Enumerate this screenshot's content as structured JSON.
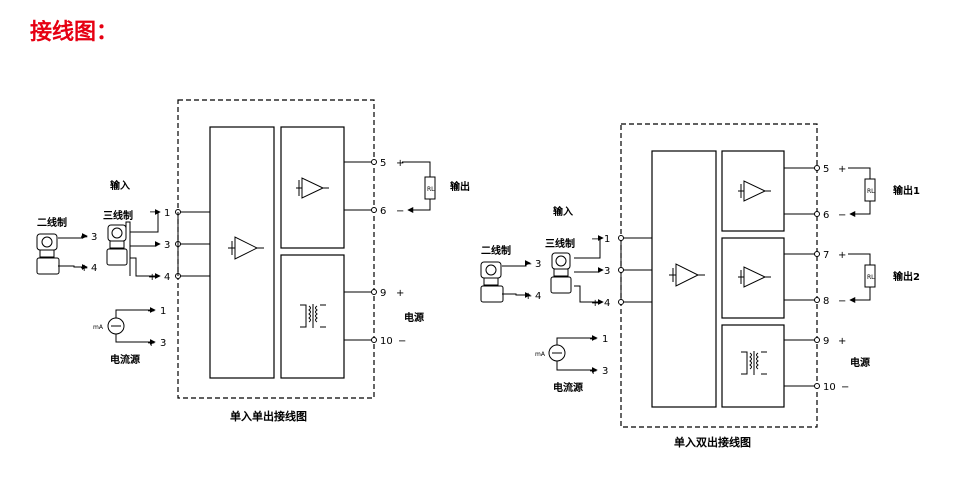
{
  "page_title": "接线图：",
  "diagram1": {
    "caption": "单入单出接线图",
    "input_label": "输入",
    "two_wire_label": "二线制",
    "three_wire_label": "三线制",
    "current_source_label": "电流源",
    "ma_label": "mA",
    "output_label": "输出",
    "power_label": "电源",
    "load_label": "RL",
    "terminals": {
      "t1": "1",
      "t3": "3",
      "t4": "4",
      "t1b": "1",
      "t3b": "3",
      "t3tw": "3",
      "t4tw": "4",
      "t5": "5",
      "t6": "6",
      "t9": "9",
      "t10": "10"
    },
    "signs": {
      "minus": "−",
      "plus": "+"
    }
  },
  "diagram2": {
    "caption": "单入双出接线图",
    "input_label": "输入",
    "two_wire_label": "二线制",
    "three_wire_label": "三线制",
    "current_source_label": "电流源",
    "ma_label": "mA",
    "output1_label": "输出1",
    "output2_label": "输出2",
    "power_label": "电源",
    "load_label": "RL",
    "terminals": {
      "t1": "1",
      "t3": "3",
      "t4": "4",
      "t1b": "1",
      "t3b": "3",
      "t3tw": "3",
      "t4tw": "4",
      "t5": "5",
      "t6": "6",
      "t7": "7",
      "t8": "8",
      "t9": "9",
      "t10": "10"
    },
    "signs": {
      "minus": "−",
      "plus": "+"
    }
  }
}
